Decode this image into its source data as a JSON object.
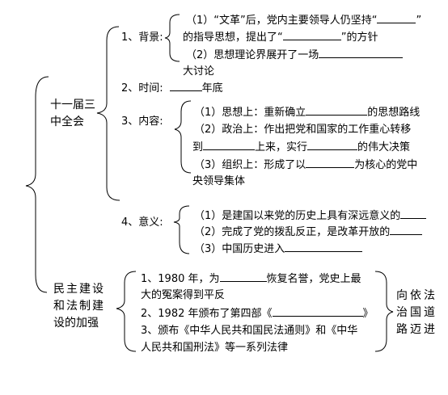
{
  "root": {
    "session": {
      "label_line1": "十一届三",
      "label_line2": "中全会"
    },
    "background": {
      "heading": "1、背景:",
      "item1_line1_a": "（1）“文革”后，党内主要领导人仍坚持“",
      "item1_line1_b": "”",
      "item1_line2_a": "的指导思想，提出了“",
      "item1_line2_b": "”的方针",
      "item2_line1": "（2）思想理论界展开了一场",
      "item2_line2": "大讨论"
    },
    "time": {
      "heading": "2、时间:",
      "suffix": "年底"
    },
    "content": {
      "heading": "3、内容:",
      "item1_a": "（1）思想上：重新确立",
      "item1_b": "的思想路线",
      "item2_line1": "（2）政治上：作出把党和国家的工作重心转移",
      "item2_line2_a": "到",
      "item2_line2_b": "上来，实行",
      "item2_line2_c": "的伟大决策",
      "item3_line1_a": "（3）组织上：形成了以",
      "item3_line1_b": "为核心的党中",
      "item3_line2": "央领导集体"
    },
    "significance": {
      "heading": "4、意义:",
      "item1": "（1）是建国以来党的历史上具有深远意义的",
      "item2": "（2）完成了党的拨乱反正，是改革开放的",
      "item3": "（3）中国历史进入"
    },
    "democracy": {
      "label_line1": "民主建设",
      "label_line2": "和法制建",
      "label_line3": "设的加强",
      "item1_line1_a": "1、1980 年，为",
      "item1_line1_b": "恢复名誉，党史上最",
      "item1_line2": "大的冤案得到平反",
      "item2_a": "2、1982 年颁布了第四部《",
      "item2_b": "》",
      "item3_line1": "3、颁布《中华人民共和国民法通则》和《中华",
      "item3_line2": "人民共和国刑法》等一系列法律",
      "result_line1": "向依法",
      "result_line2": "治国道",
      "result_line3": "路迈进"
    }
  }
}
